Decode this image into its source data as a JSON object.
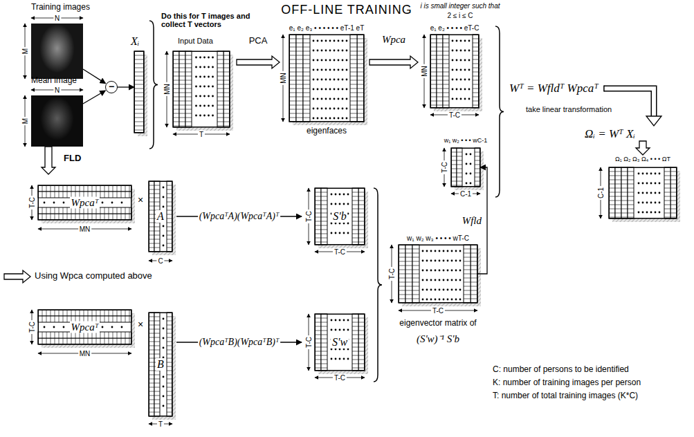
{
  "diagram": {
    "title": "OFF-LINE TRAINING",
    "nodes": [
      {
        "text": [
          "Training images"
        ]
      },
      {
        "text": [
          "Mean image"
        ]
      },
      {
        "text": [
          "−"
        ]
      },
      {
        "text": [
          "Xᵢ"
        ]
      },
      {
        "text": [
          "Do this for T images and collect T vectors",
          "Input Data"
        ]
      },
      {
        "text": [
          "e₁ e₂ e₃ • • • • • • eT-1 eT",
          "eigenfaces"
        ]
      },
      {
        "text": [
          "e₁ e₂ • • • • eT-C"
        ]
      },
      {
        "text": [
          "w₁ w₂ • • • wC-1"
        ]
      },
      {
        "text": [
          "Ω₁ Ω₂ Ω₃ Ω₄ • • • ΩT"
        ]
      },
      {
        "text": [
          "Wpcaᵀ"
        ]
      },
      {
        "text": [
          "A"
        ]
      },
      {
        "text": [
          "S'b"
        ]
      },
      {
        "text": [
          "Wpcaᵀ"
        ]
      },
      {
        "text": [
          "B"
        ]
      },
      {
        "text": [
          "S'w"
        ]
      },
      {
        "text": [
          "w₁ w₂ w₃ • • • • wT-C",
          "eigenvector matrix of",
          "(S'w)⁻¹ S'b"
        ]
      }
    ],
    "edges": [
      {
        "from": 0,
        "to": 2,
        "arrow": "to"
      },
      {
        "from": 1,
        "to": 2,
        "arrow": "to"
      },
      {
        "from": 2,
        "to": 3,
        "arrow": "to"
      },
      {
        "from": 4,
        "to": 5,
        "label": "PCA",
        "arrow": "to"
      },
      {
        "from": 5,
        "to": 6,
        "label": "Wpca",
        "arrow": "to"
      },
      {
        "from": 15,
        "to": 7,
        "label": "Wfld",
        "arrow": "to"
      },
      {
        "from": 10,
        "to": 11,
        "label": "(WpcaᵀA)(WpcaᵀA)ᵀ",
        "arrow": "to"
      },
      {
        "from": 13,
        "to": 14,
        "label": "(WpcaᵀB)(WpcaᵀB)ᵀ",
        "arrow": "to"
      }
    ],
    "labels": [
      "N",
      "M",
      "N",
      "M",
      "MN",
      "T",
      "MN",
      "i is small integer such that",
      "2 ≤ i ≤ C",
      "MN",
      "T-C",
      "Wᵀ = Wfldᵀ Wpcaᵀ",
      "take linear transformation",
      "Ωᵢ = Wᵀ Xᵢ",
      "C-1",
      "T-C",
      "C-1",
      "FLD",
      "T-C",
      "MN",
      "×",
      "C",
      "T-C",
      "T-C",
      "Using Wpca computed above",
      "T-C",
      "MN",
      "×",
      "T",
      "T-C",
      "T-C",
      "T-C",
      "T-C",
      "C: number of persons to be identified",
      "K: number of training images per person",
      "T: number of total training images (K*C)"
    ]
  }
}
